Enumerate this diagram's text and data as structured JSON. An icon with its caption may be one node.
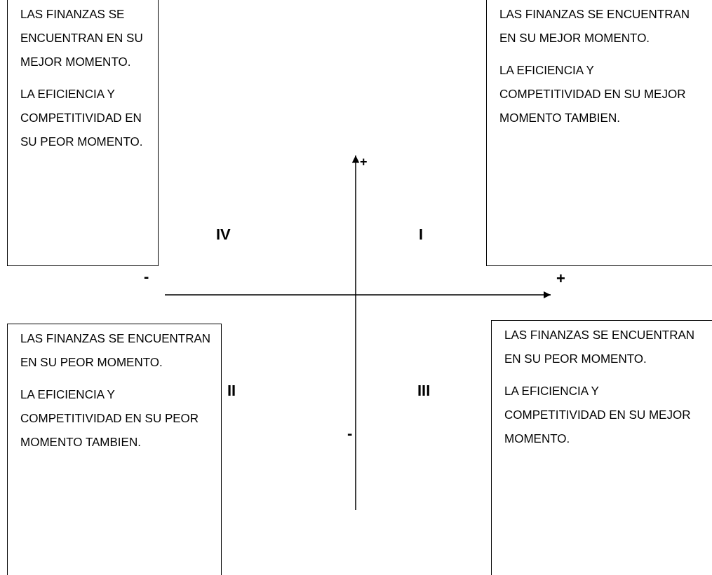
{
  "diagram": {
    "nodes": [
      {
        "text": [
          "LAS FINANZAS SE ENCUENTRAN EN SU MEJOR MOMENTO.",
          "LA EFICIENCIA Y COMPETITIVIDAD EN SU PEOR MOMENTO."
        ]
      },
      {
        "text": [
          "LAS FINANZAS SE ENCUENTRAN EN SU MEJOR MOMENTO.",
          "LA EFICIENCIA Y COMPETITIVIDAD EN SU MEJOR MOMENTO TAMBIEN."
        ]
      },
      {
        "text": [
          "LAS FINANZAS SE ENCUENTRAN EN SU PEOR MOMENTO.",
          "LA EFICIENCIA Y COMPETITIVIDAD EN SU PEOR MOMENTO TAMBIEN."
        ]
      },
      {
        "text": [
          "LAS FINANZAS SE ENCUENTRAN EN SU PEOR MOMENTO.",
          "LA EFICIENCIA Y COMPETITIVIDAD EN SU MEJOR MOMENTO."
        ]
      }
    ],
    "labels": [
      "+",
      "IV",
      "I",
      "-",
      "+",
      "II",
      "III",
      "-"
    ]
  }
}
